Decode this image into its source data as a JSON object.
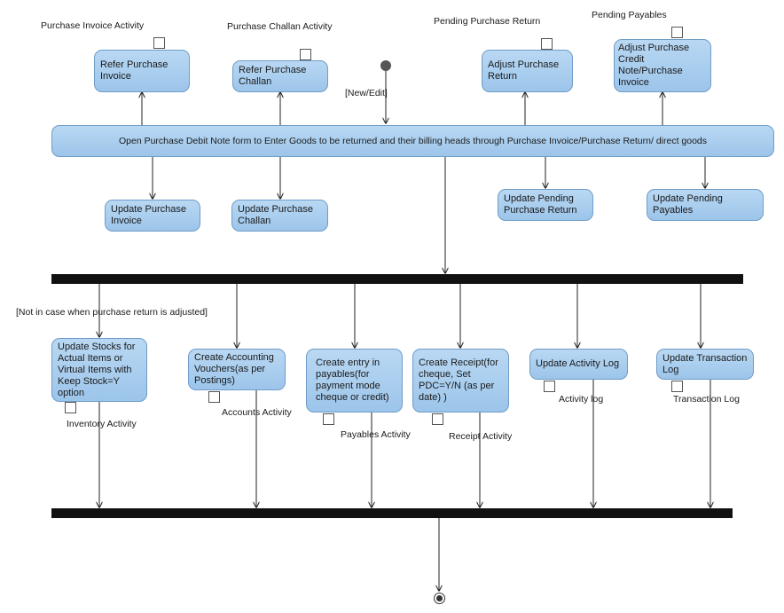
{
  "top_labels": {
    "purchase_invoice_activity": "Purchase Invoice Activity",
    "purchase_challan_activity": "Purchase Challan Activity",
    "pending_purchase_return": "Pending Purchase Return",
    "pending_payables": "Pending Payables"
  },
  "guards": {
    "new_edit": "[New/Edit]",
    "not_adjusted": "[Not in case when purchase return is adjusted]"
  },
  "nodes": {
    "refer_invoice": "Refer Purchase Invoice",
    "refer_challan": "Refer Purchase Challan",
    "adjust_return": "Adjust  Purchase Return",
    "adjust_credit_note": "Adjust Purchase Credit Note/Purchase Invoice",
    "main": "Open Purchase Debit Note form to Enter Goods to be returned and their billing heads through Purchase Invoice/Purchase Return/ direct goods",
    "update_invoice": "Update Purchase Invoice",
    "update_challan": "Update Purchase Challan",
    "update_pending_return": "Update Pending Purchase  Return",
    "update_pending_payables": "Update Pending Payables",
    "update_stocks": "Update Stocks for Actual Items or Virtual Items with Keep Stock=Y option",
    "create_vouchers": "Create Accounting Vouchers(as per Postings)",
    "create_payables": "Create entry in payables(for payment mode cheque or credit)",
    "create_receipt": "Create Receipt(for cheque, Set PDC=Y/N (as per date) )",
    "update_activity_log": "Update Activity Log",
    "update_transaction_log": "Update Transaction Log"
  },
  "bottom_labels": {
    "inventory_activity": "Inventory Activity",
    "accounts_activity": "Accounts Activity",
    "payables_activity": "Payables  Activity",
    "receipt_activity": "Receipt Activity",
    "activity_log": "Activity log",
    "transaction_log": "Transaction Log"
  },
  "colors": {
    "node_fill": "#a9cdee",
    "node_border": "#6f9cc8",
    "bar": "#111111",
    "line": "#222222"
  }
}
